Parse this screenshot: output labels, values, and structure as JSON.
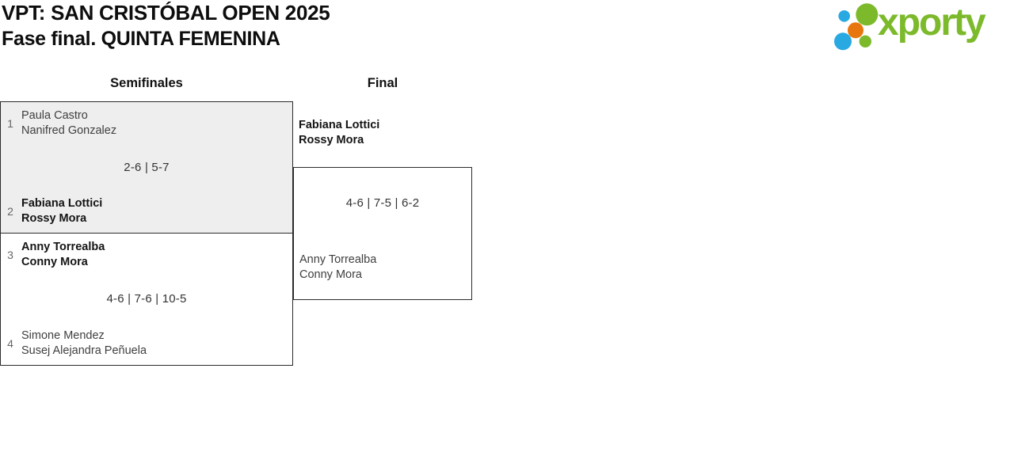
{
  "header": {
    "title": "VPT: SAN CRISTÓBAL OPEN 2025",
    "subtitle": "Fase final. QUINTA FEMENINA"
  },
  "logo": {
    "brand": "xporty",
    "colors": {
      "green": "#7cba2c",
      "blue": "#29a9e1",
      "orange": "#e8760e"
    }
  },
  "rounds": [
    {
      "label": "Semifinales"
    },
    {
      "label": "Final"
    }
  ],
  "matches": {
    "semifinal1": {
      "score": "2-6 | 5-7",
      "team1": {
        "seed": "1",
        "players": [
          "Paula Castro",
          "Nanifred Gonzalez"
        ]
      },
      "team2": {
        "seed": "2",
        "players": [
          "Fabiana Lottici",
          "Rossy Mora"
        ]
      }
    },
    "semifinal2": {
      "score": "4-6 | 7-6 | 10-5",
      "team1": {
        "seed": "3",
        "players": [
          "Anny Torrealba",
          "Conny Mora"
        ]
      },
      "team2": {
        "seed": "4",
        "players": [
          "Simone Mendez",
          "Susej Alejandra Peñuela"
        ]
      }
    },
    "final": {
      "score": "4-6 | 7-5 | 6-2",
      "team1": {
        "players": [
          "Fabiana Lottici",
          "Rossy Mora"
        ]
      },
      "team2": {
        "players": [
          "Anny Torrealba",
          "Conny Mora"
        ]
      }
    }
  }
}
